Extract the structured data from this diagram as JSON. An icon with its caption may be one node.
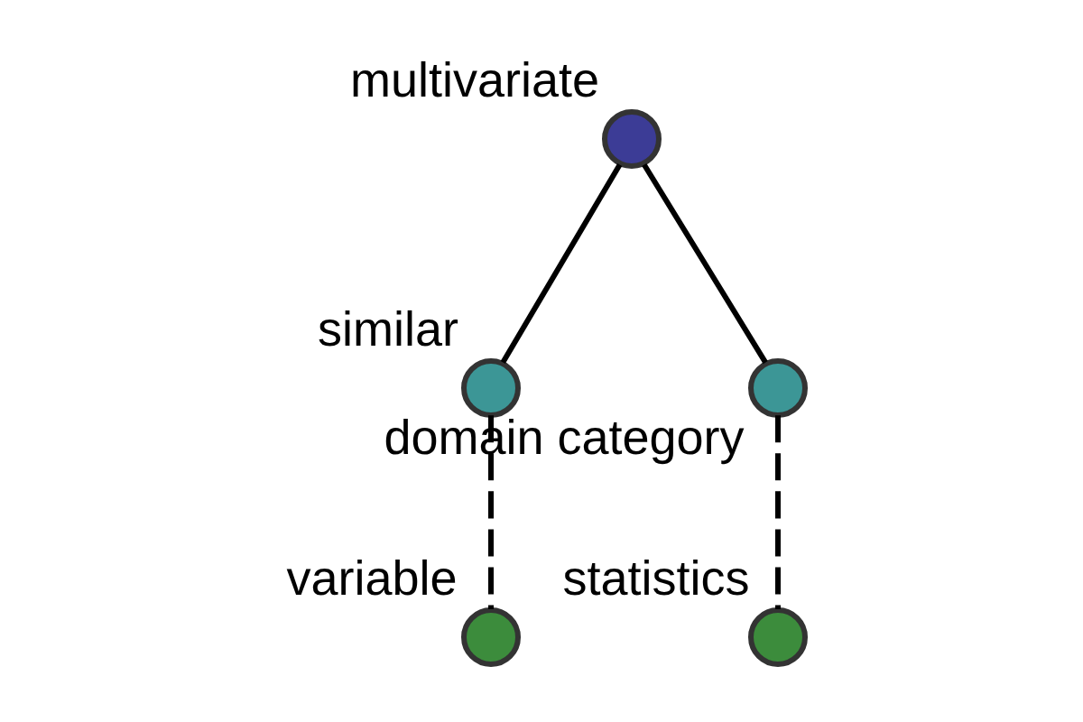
{
  "diagram": {
    "nodes": [
      {
        "text": [
          "multivariate"
        ]
      },
      {
        "text": [
          "similar"
        ]
      },
      {
        "text": [
          "domain category"
        ]
      },
      {
        "text": [
          "variable"
        ]
      },
      {
        "text": [
          "statistics"
        ]
      }
    ],
    "edges": [
      {
        "from": 0,
        "to": 1,
        "arrow": "none"
      },
      {
        "from": 0,
        "to": 2,
        "arrow": "none"
      },
      {
        "from": 1,
        "to": 3,
        "arrow": "none",
        "style": "dashed"
      },
      {
        "from": 2,
        "to": 4,
        "arrow": "none",
        "style": "dashed"
      }
    ]
  }
}
